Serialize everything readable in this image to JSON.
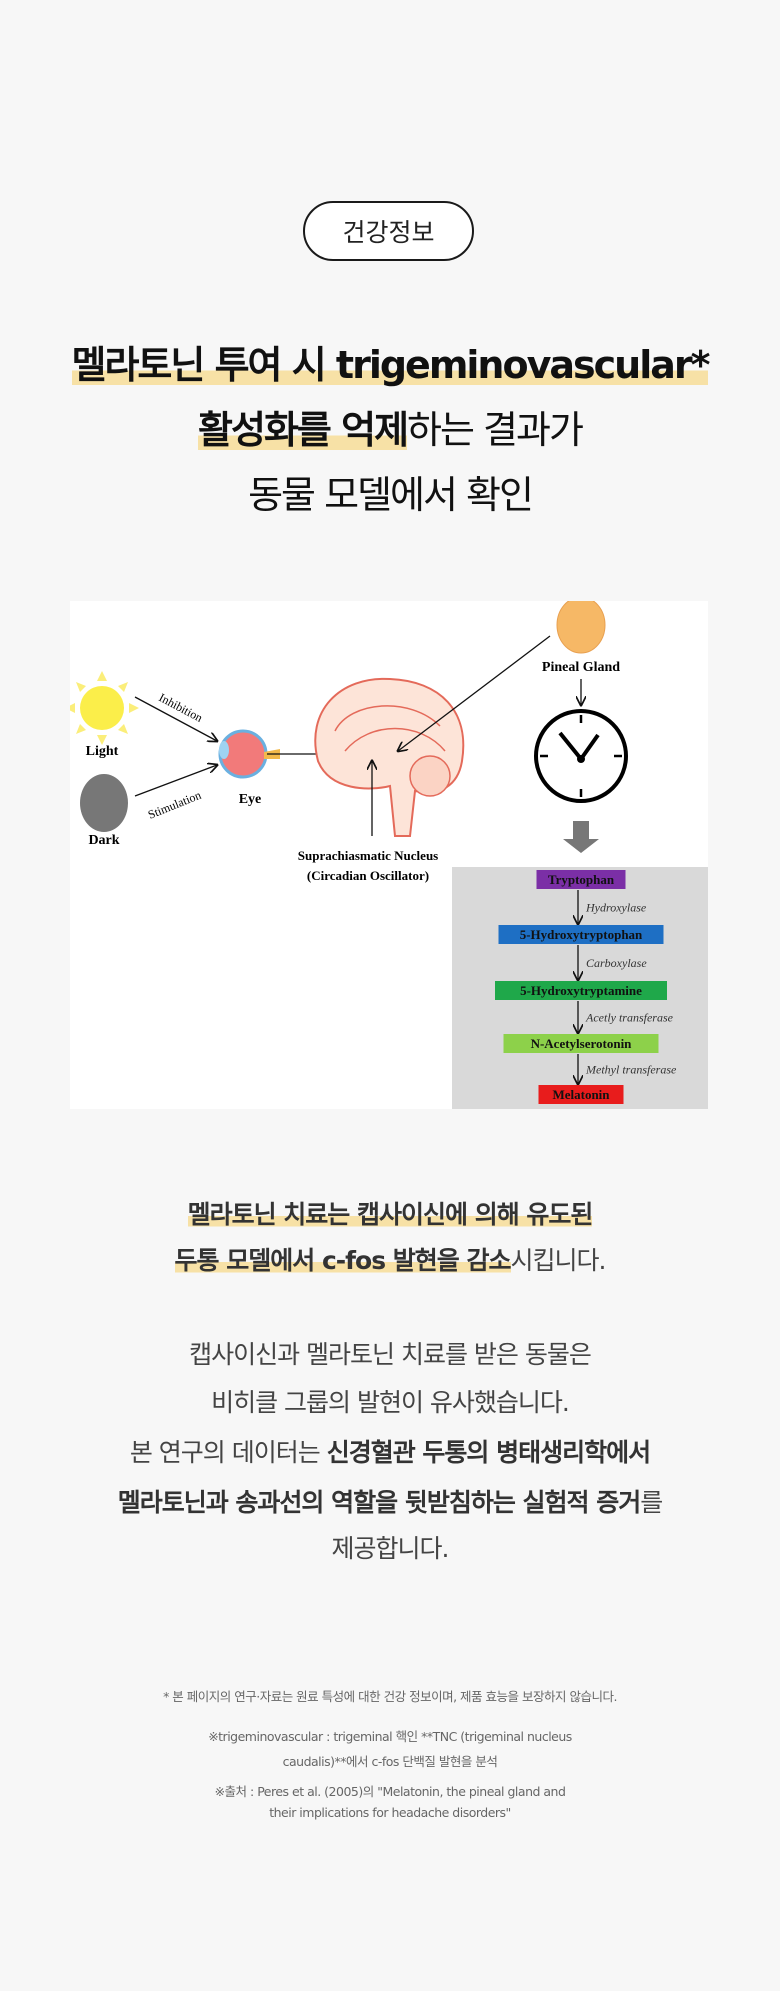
{
  "badge": "건강정보",
  "title": {
    "line1": "멜라토닌 투여 시 trigeminovascular*",
    "line2_highlight": "활성화를 억제",
    "line2_rest": "하는 결과가",
    "line3": "동물 모델에서 확인"
  },
  "diagram": {
    "light": "Light",
    "dark": "Dark",
    "inhibition": "Inhibition",
    "stimulation": "Stimulation",
    "eye": "Eye",
    "scn_line1": "Suprachiasmatic Nucleus",
    "scn_line2": "(Circadian Oscillator)",
    "pineal": "Pineal Gland",
    "pathway": [
      {
        "label": "Tryptophan",
        "color": "#7b2fa6"
      },
      {
        "label": "5-Hydroxytryptophan",
        "color": "#1e6fc4"
      },
      {
        "label": "5-Hydroxytryptamine",
        "color": "#1fa84a"
      },
      {
        "label": "N-Acetylserotonin",
        "color": "#8dd14a"
      },
      {
        "label": "Melatonin",
        "color": "#e81c1c"
      }
    ],
    "enzymes": [
      "Hydroxylase",
      "Carboxylase",
      "Acetly transferase",
      "Methyl transferase"
    ]
  },
  "summary": {
    "line1": "멜라토닌 치료는 캡사이신에 의해 유도된",
    "line2_highlight": "두통 모델에서 c-fos 발현을 감소",
    "line2_rest": "시킵니다."
  },
  "paragraph": {
    "l1": "캡사이신과 멜라토닌 치료를 받은 동물은",
    "l2": "비히클 그룹의 발현이 유사했습니다.",
    "l3a": "본 연구의 데이터는 ",
    "l3b": "신경혈관 두통의 병태생리학에서",
    "l4a": "멜라토닌과 송과선의 역할을 뒷받침하는 실험적 증거",
    "l4b": "를",
    "l5": "제공합니다."
  },
  "notes": {
    "n1": "* 본 페이지의 연구·자료는 원료 특성에 대한 건강 정보이며, 제품 효능을 보장하지 않습니다.",
    "n2": "※trigeminovascular  : trigeminal 핵인 **TNC (trigeminal nucleus",
    "n3": "caudalis)**에서 c-fos 단백질 발현을 분석",
    "n4": "※출처 : Peres et al. (2005)의 \"Melatonin, the pineal gland and",
    "n5": "their implications for headache disorders\""
  },
  "colors": {
    "highlight": "#f7e1a6",
    "background": "#f7f7f7"
  }
}
